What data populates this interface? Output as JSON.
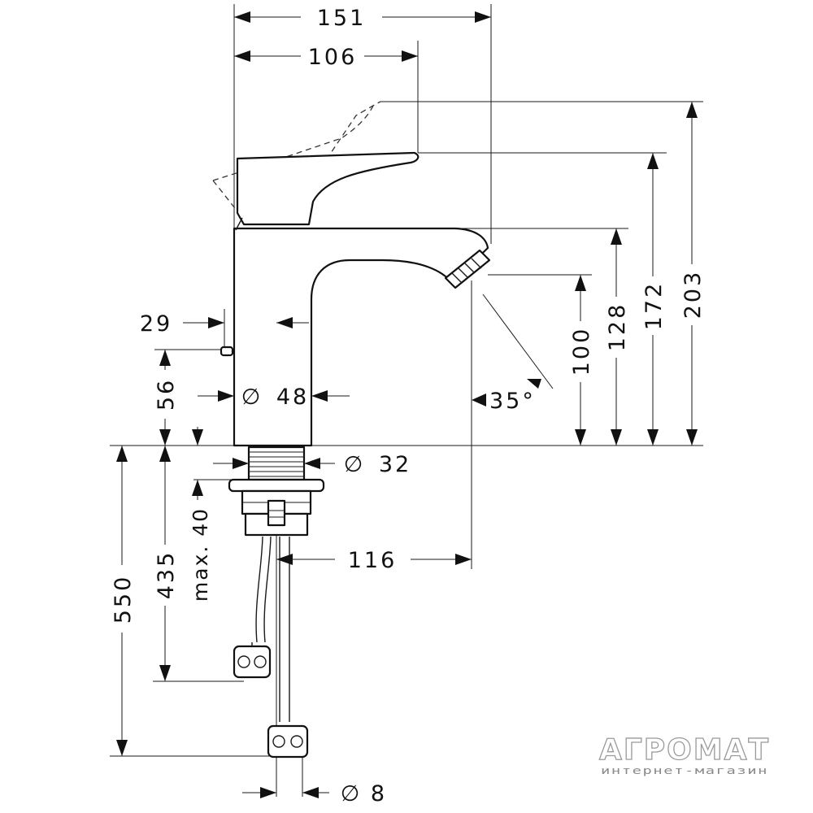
{
  "dimensions": {
    "width_total": "151",
    "lever_reach": "106",
    "height_lever_raised": "203",
    "height_lever": "172",
    "height_spout": "128",
    "height_outlet": "100",
    "popup_offset": "29",
    "popup_height": "56",
    "body_diameter": "48",
    "spray_angle": "35°",
    "thread_diameter": "32",
    "max_counter_thickness": "max. 40",
    "spout_projection": "116",
    "hose_length_short": "435",
    "hose_length_long": "550",
    "hose_diameter": "8",
    "diameter_symbol": "∅"
  },
  "watermark": {
    "brand": "АГРОМАТ",
    "tagline": "интернет-магазин"
  }
}
